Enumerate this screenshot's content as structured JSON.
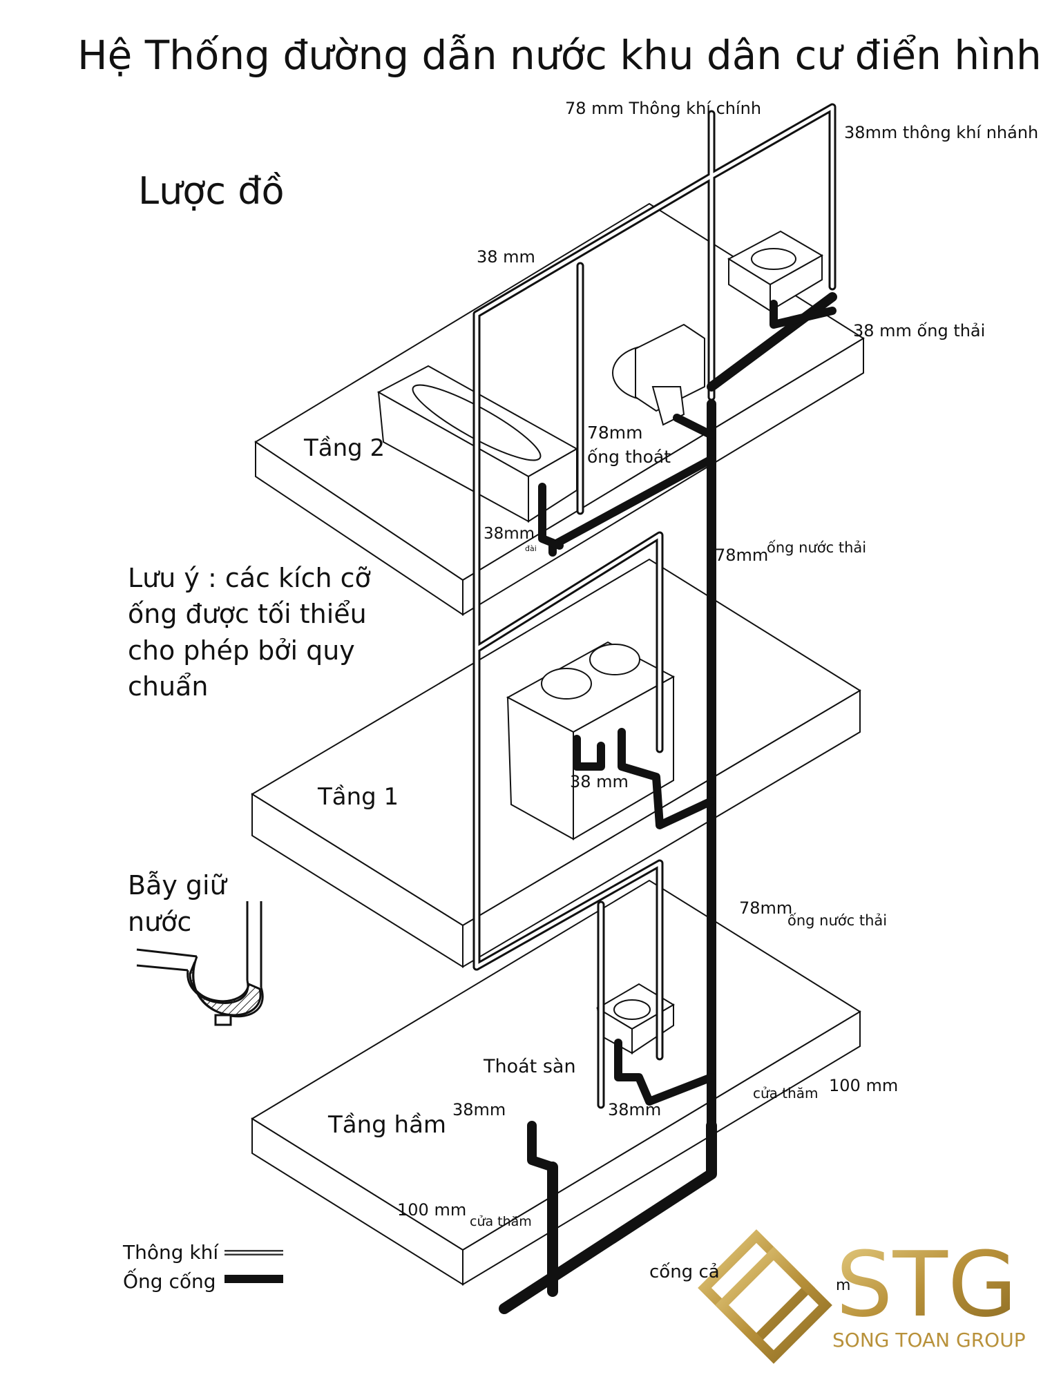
{
  "title": "Hệ Thống đường dẫn nước khu dân cư điển hình",
  "schematic_label": "Lược đồ",
  "labels": {
    "main_vent": "78 mm Thông khí chính",
    "branch_vent": "38mm thông khí nhánh",
    "vent_38": "38 mm",
    "waste_38_top": "38 mm ống thải",
    "drain_78_line1": "78mm",
    "drain_78_line2": "ống thoát",
    "tub_38": "38mm",
    "tub_small": "đài",
    "stack_78_a": "78mm",
    "stack_78_a_suffix": "ống nước thải",
    "sink_38": "38 mm",
    "stack_78_b": "78mm",
    "stack_78_b_suffix": "ống nước thải",
    "floor_drain": "Thoát sàn",
    "basement_38_left": "38mm",
    "basement_38_right": "38mm",
    "cleanout_right": "cửa thăm",
    "pipe_100_right": "100 mm",
    "pipe_100_left": "100 mm",
    "cleanout_left": "cửa thăm",
    "sewer": "cống cả",
    "sewer_tail": "m"
  },
  "floors": {
    "floor2": "Tầng 2",
    "floor1": "Tầng 1",
    "basement": "Tầng hầm"
  },
  "note": {
    "line1": "Lưu ý : các kích cỡ",
    "line2": "ống được tối thiểu",
    "line3": "cho phép bởi quy",
    "line4": "chuẩn"
  },
  "trap": {
    "line1": "Bẫy giữ",
    "line2": "nước"
  },
  "legend": {
    "vent": "Thông khí",
    "sewer": "Ống cống"
  },
  "logo": {
    "brand": "STG",
    "company": "SONG TOAN GROUP"
  },
  "colors": {
    "vent_pipe": "#ffffff",
    "sewer_pipe": "#111111",
    "gold": "#b8913a",
    "gold_light": "#d9bd6a"
  }
}
